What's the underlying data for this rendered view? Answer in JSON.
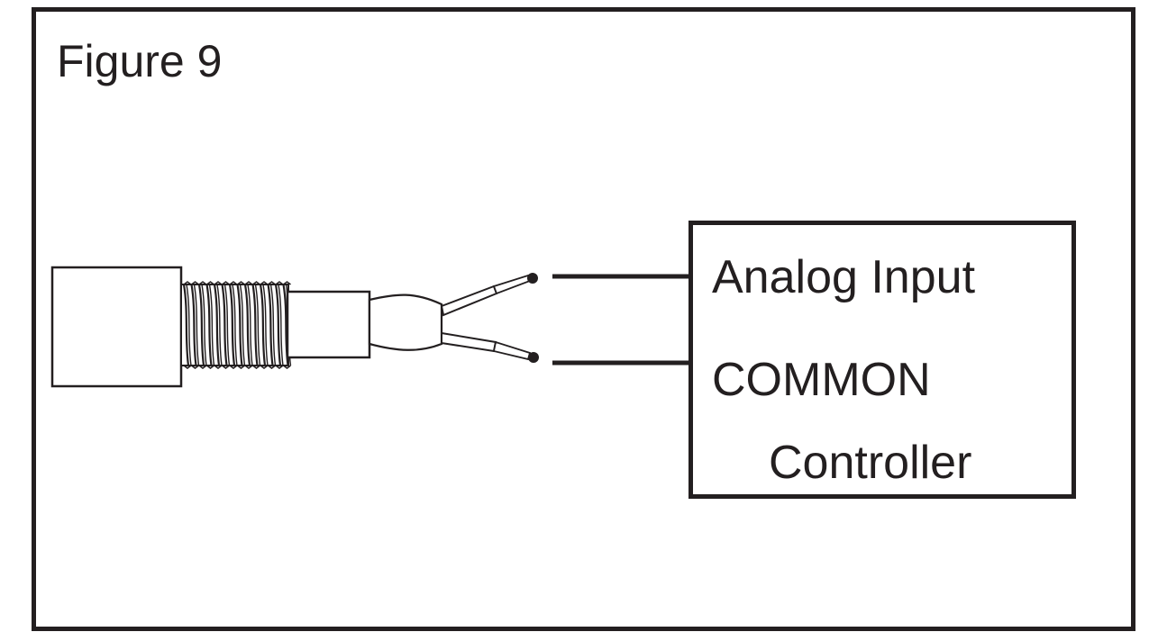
{
  "figure": {
    "title": "Figure 9"
  },
  "controller": {
    "analog_input_label": "Analog Input",
    "common_label": "COMMON",
    "name": "Controller"
  },
  "colors": {
    "line": "#231f20",
    "background": "#ffffff"
  }
}
